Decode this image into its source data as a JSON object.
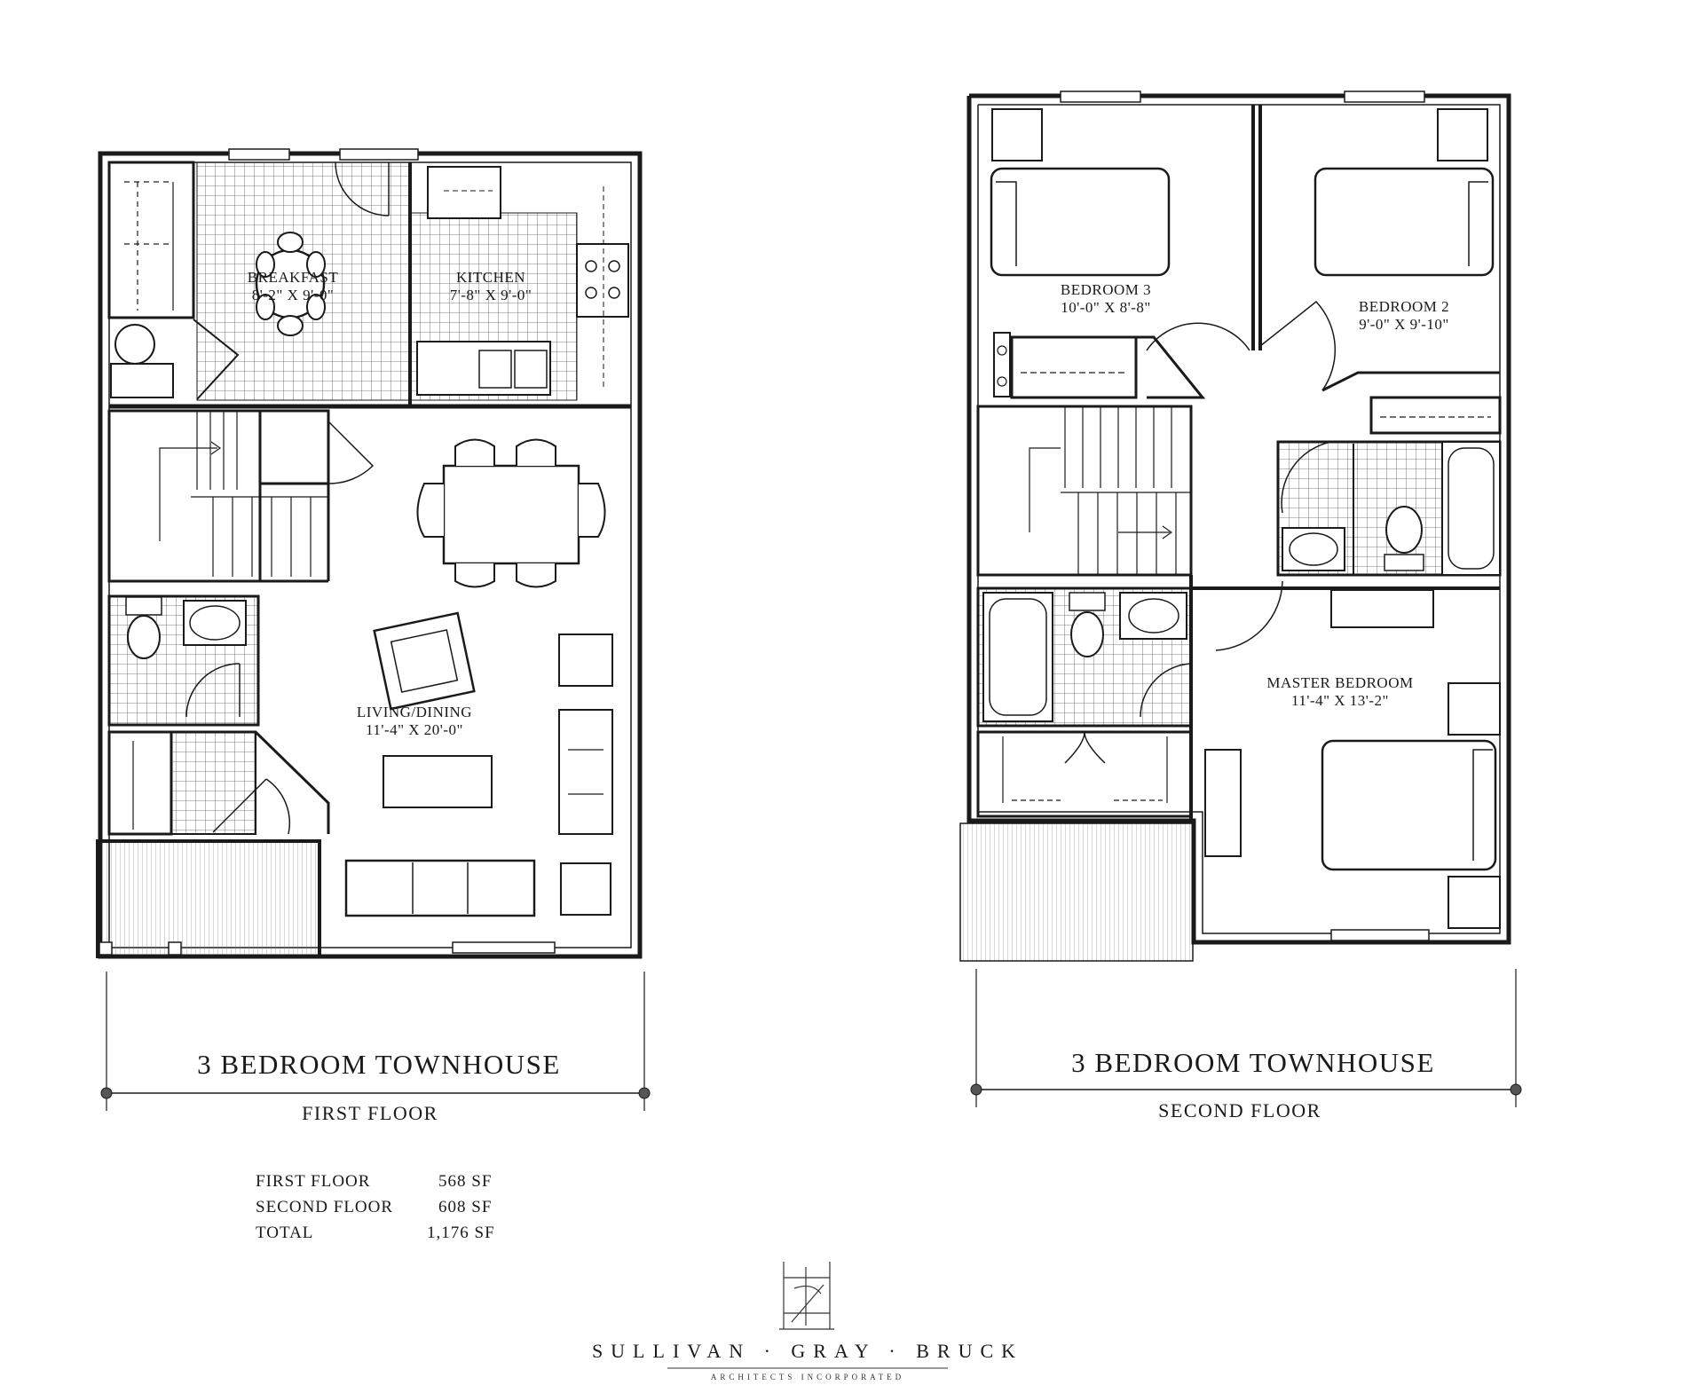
{
  "first_floor": {
    "title": "3 BEDROOM   TOWNHOUSE",
    "subtitle": "FIRST  FLOOR",
    "rooms": {
      "breakfast": {
        "name": "BREAKFAST",
        "dims": "8'-2\" X 9'-0\""
      },
      "kitchen": {
        "name": "KITCHEN",
        "dims": "7'-8\" X 9'-0\""
      },
      "living": {
        "name": "LIVING/DINING",
        "dims": "11'-4\" X 20'-0\""
      }
    }
  },
  "second_floor": {
    "title": "3 BEDROOM   TOWNHOUSE",
    "subtitle": "SECOND  FLOOR",
    "rooms": {
      "bedroom3": {
        "name": "BEDROOM  3",
        "dims": "10'-0\" X 8'-8\""
      },
      "bedroom2": {
        "name": "BEDROOM  2",
        "dims": "9'-0\" X 9'-10\""
      },
      "master": {
        "name": "MASTER  BEDROOM",
        "dims": "11'-4\" X 13'-2\""
      }
    }
  },
  "area_table": [
    {
      "label": "FIRST  FLOOR",
      "value": "568  SF"
    },
    {
      "label": "SECOND  FLOOR",
      "value": "608  SF"
    },
    {
      "label": "TOTAL",
      "value": "1,176  SF"
    }
  ],
  "logo": {
    "name": "SULLIVAN · GRAY · BRUCK",
    "subtitle": "ARCHITECTS INCORPORATED"
  }
}
